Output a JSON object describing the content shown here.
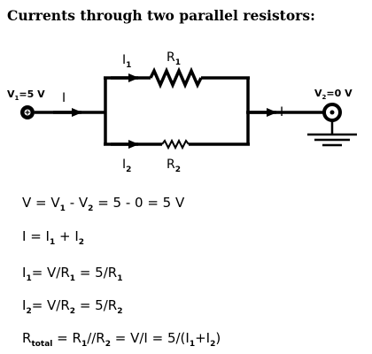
{
  "title": "Currents through two parallel resistors:",
  "circuit": {
    "source_label": "V",
    "source_sub": "1",
    "source_value": "=5 V",
    "ground_label": "V",
    "ground_sub": "2",
    "ground_value": "=0 V",
    "current_in": "I",
    "current_out": "I",
    "top_current": "I",
    "top_current_sub": "1",
    "top_resistor": "R",
    "top_resistor_sub": "1",
    "bottom_current": "I",
    "bottom_current_sub": "2",
    "bottom_resistor": "R",
    "bottom_resistor_sub": "2"
  },
  "equations": {
    "eq1": {
      "a": "V = V",
      "s1": "1",
      "b": "- V",
      "s2": "2",
      "c": "= 5 - 0 = 5 V"
    },
    "eq2": {
      "a": "I = I",
      "s1": "1",
      "b": "+ I",
      "s2": "2"
    },
    "eq3": {
      "a": "I",
      "s1": "1",
      "b": "= V/R",
      "s2": "1",
      "c": "= 5/R",
      "s3": "1"
    },
    "eq4": {
      "a": "I",
      "s1": "2",
      "b": "= V/R",
      "s2": "2",
      "c": "= 5/R",
      "s3": "2"
    },
    "eq5": {
      "a": "R",
      "s1": "total",
      "b": "= R",
      "s2": "1",
      "c": "//R",
      "s3": "2",
      "d": "= V/I = 5/(I",
      "s4": "1",
      "e": "+I",
      "s5": "2",
      "f": ")"
    }
  }
}
